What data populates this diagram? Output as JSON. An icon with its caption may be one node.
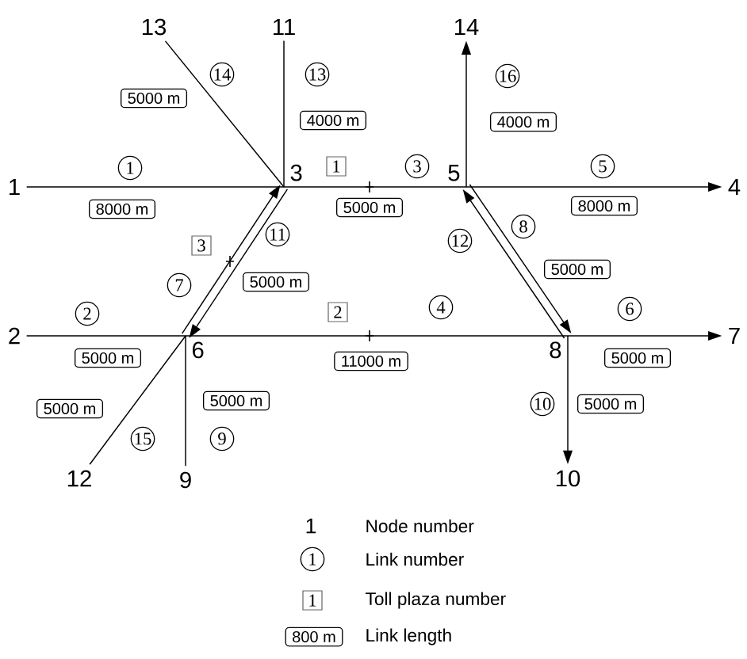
{
  "diagram": {
    "nodes": [
      {
        "text": [
          "13"
        ]
      },
      {
        "text": [
          "11"
        ]
      },
      {
        "text": [
          "14"
        ]
      },
      {
        "text": [
          "1"
        ]
      },
      {
        "text": [
          "3"
        ]
      },
      {
        "text": [
          "5"
        ]
      },
      {
        "text": [
          "4"
        ]
      },
      {
        "text": [
          "2"
        ]
      },
      {
        "text": [
          "6"
        ]
      },
      {
        "text": [
          "8"
        ]
      },
      {
        "text": [
          "7"
        ]
      },
      {
        "text": [
          "12"
        ]
      },
      {
        "text": [
          "9"
        ]
      },
      {
        "text": [
          "10"
        ]
      }
    ],
    "edges": [
      {
        "from": 3,
        "to": 4,
        "arrow": "none",
        "label": "1"
      },
      {
        "from": 7,
        "to": 8,
        "arrow": "none",
        "label": "2"
      },
      {
        "from": 4,
        "to": 5,
        "arrow": "none",
        "label": "3"
      },
      {
        "from": 8,
        "to": 9,
        "arrow": "none",
        "label": "4"
      },
      {
        "from": 5,
        "to": 6,
        "arrow": "to",
        "label": "5"
      },
      {
        "from": 9,
        "to": 10,
        "arrow": "to",
        "label": "6"
      },
      {
        "from": 8,
        "to": 4,
        "arrow": "to",
        "label": "7"
      },
      {
        "from": 5,
        "to": 9,
        "arrow": "to",
        "label": "8"
      },
      {
        "from": 8,
        "to": 12,
        "arrow": "none",
        "label": "9"
      },
      {
        "from": 9,
        "to": 13,
        "arrow": "to",
        "label": "10"
      },
      {
        "from": 4,
        "to": 8,
        "arrow": "to",
        "label": "11"
      },
      {
        "from": 9,
        "to": 5,
        "arrow": "to",
        "label": "12"
      },
      {
        "from": 1,
        "to": 4,
        "arrow": "none",
        "label": "13"
      },
      {
        "from": 0,
        "to": 4,
        "arrow": "none",
        "label": "14"
      },
      {
        "from": 11,
        "to": 8,
        "arrow": "none",
        "label": "15"
      },
      {
        "from": 5,
        "to": 2,
        "arrow": "to",
        "label": "16"
      }
    ],
    "labels": [
      "5000 m",
      "4000 m",
      "4000 m",
      "1",
      "8000 m",
      "5000 m",
      "8000 m",
      "3",
      "5000 m",
      "5000 m",
      "2",
      "5000 m",
      "11000 m",
      "5000 m",
      "5000 m",
      "5000 m",
      "5000 m",
      "1",
      "1",
      "1",
      "800 m"
    ],
    "legend": [
      {
        "text": "Node number"
      },
      {
        "text": "Link number"
      },
      {
        "text": "Toll plaza number"
      },
      {
        "text": "Link length"
      }
    ]
  }
}
